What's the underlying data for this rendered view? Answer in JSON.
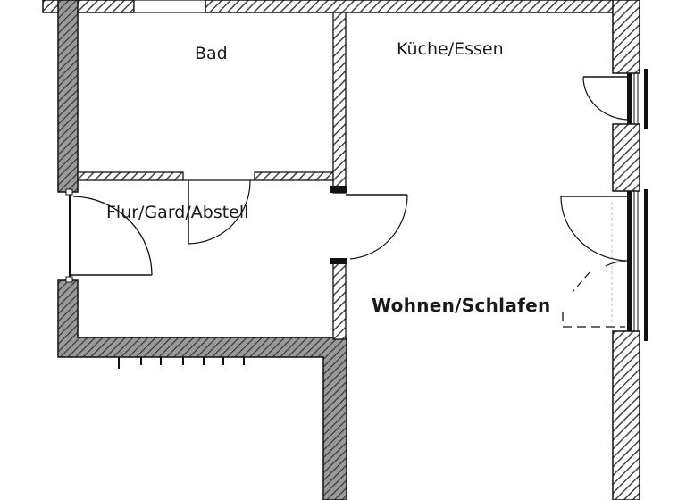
{
  "diagram": {
    "type": "floor-plan",
    "rooms": [
      {
        "id": "bad",
        "label": "Bad"
      },
      {
        "id": "kueche-essen",
        "label": "Küche/Essen"
      },
      {
        "id": "flur-gard-abstell",
        "label": "Flur/Gard/Abstell"
      },
      {
        "id": "wohnen-schlafen",
        "label": "Wohnen/Schlafen"
      }
    ],
    "colors": {
      "background": "#ffffff",
      "wall_outline": "#111111",
      "wall_hatch": "#555555",
      "exterior_wall_fill": "#8a8a8a",
      "text": "#1a1a1a"
    },
    "elements": {
      "doors": [
        "entrance-door",
        "bad-door",
        "flur-to-living-door",
        "kueche-window-door",
        "balcony-door"
      ],
      "windows": [
        "bad-window-top",
        "kueche-window",
        "wohnen-window"
      ]
    }
  }
}
